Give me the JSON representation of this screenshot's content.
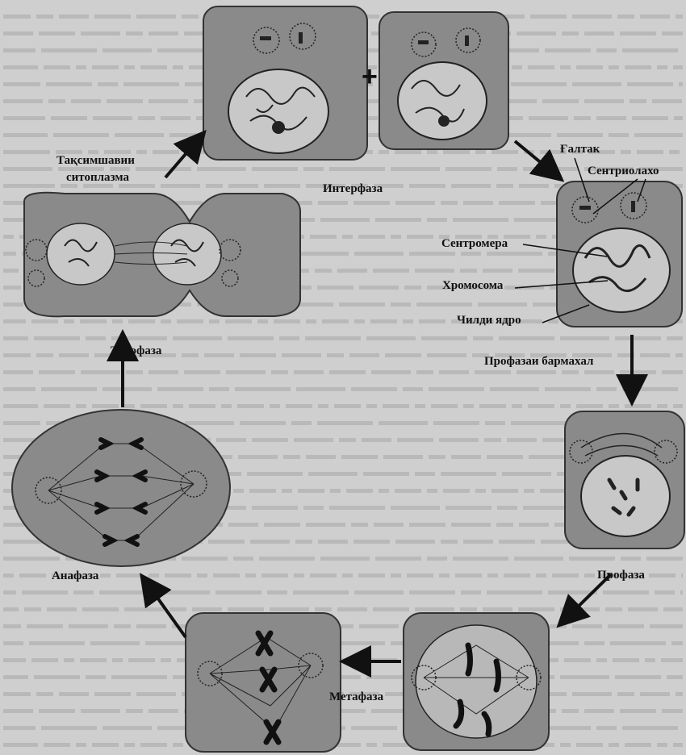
{
  "title": "",
  "stages": {
    "interphase": "Интерфаза",
    "prophase_start": "Профазаи бармахал",
    "prophase": "Профаза",
    "metaphase": "Метафаза",
    "anaphase": "Анафаза",
    "telophase": "Телофаза",
    "cytokinesis": "Тақсимшавии ситоплазма"
  },
  "parts": {
    "spindle_fibers": "Ғалтак",
    "centrioles": "Сентриолахо",
    "centromere": "Сентромера",
    "chromosome": "Хромосома",
    "nucleolus_nucleus": "Чилди ядро"
  },
  "symbols": {
    "plus": "+"
  },
  "colors": {
    "cell_fill": "#8a8a8a",
    "nucleus_fill": "#c8c8c8",
    "ink": "#111111",
    "background": "#cfcfcf"
  }
}
